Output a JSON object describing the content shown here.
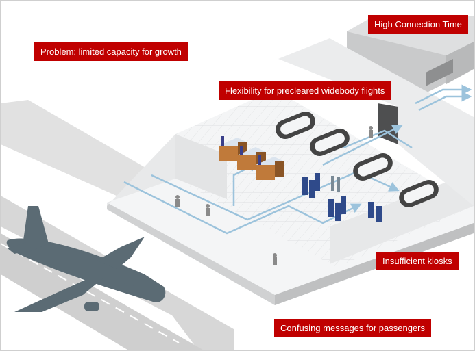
{
  "callouts": {
    "high_connection_time": "High Connection Time",
    "limited_capacity": "Problem: limited capacity for growth",
    "flexibility": "Flexibility for precleared widebody flights",
    "insufficient_kiosks": "Insufficient kiosks",
    "confusing_messages": "Confusing messages for passengers"
  },
  "colors": {
    "callout_bg": "#c00000",
    "callout_text": "#ffffff",
    "airplane": "#5b6b74",
    "flow_arrow": "#9cc3dc",
    "floor": "#f4f5f6",
    "wall": "#e3e4e5",
    "tarmac": "#d9d9d9"
  },
  "icons": [
    "airplane-icon",
    "baggage-carousel-icon",
    "kiosk-icon",
    "booth-icon",
    "passenger-icon",
    "flow-arrow-icon"
  ]
}
